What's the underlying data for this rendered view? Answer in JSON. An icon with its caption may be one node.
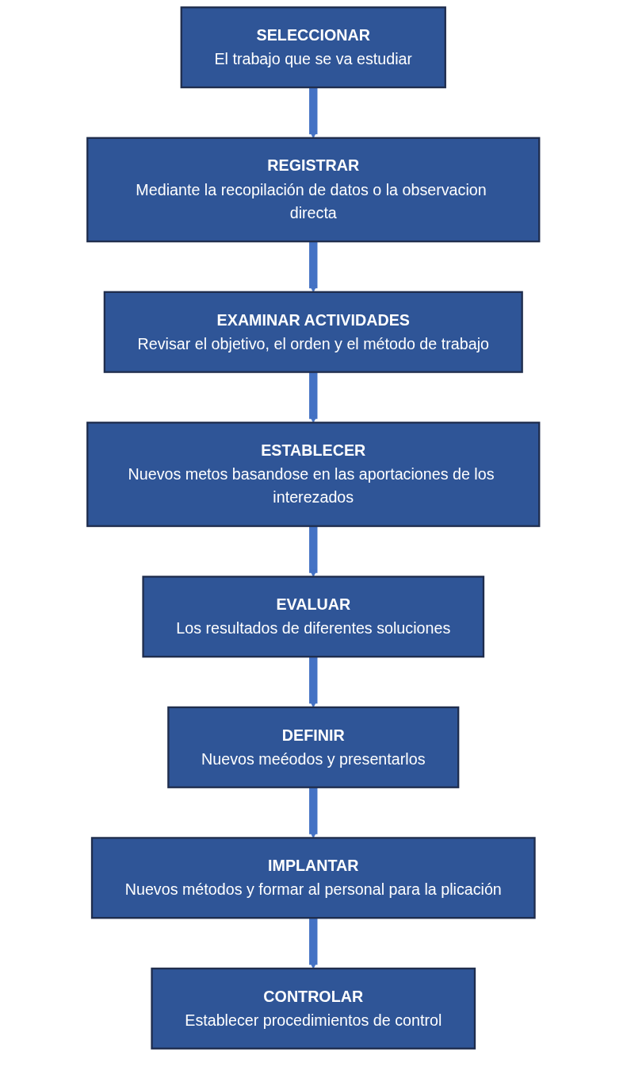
{
  "diagram": {
    "nodes": [
      {
        "text": [
          "SELECCIONAR",
          "El trabajo que se va estudiar"
        ]
      },
      {
        "text": [
          "REGISTRAR",
          "Mediante la recopilación de datos o la observacion directa"
        ]
      },
      {
        "text": [
          "EXAMINAR ACTIVIDADES",
          "Revisar el objetivo, el orden y el método de trabajo"
        ]
      },
      {
        "text": [
          "ESTABLECER",
          "Nuevos metos basandose en las aportaciones de los interezados"
        ]
      },
      {
        "text": [
          "EVALUAR",
          "Los resultados de diferentes soluciones"
        ]
      },
      {
        "text": [
          "DEFINIR",
          "Nuevos meéodos y presentarlos"
        ]
      },
      {
        "text": [
          "IMPLANTAR",
          "Nuevos métodos y formar al personal para la plicación"
        ]
      },
      {
        "text": [
          "CONTROLAR",
          "Establecer procedimientos de control"
        ]
      }
    ],
    "edges": [
      {
        "from": 0,
        "to": 1,
        "arrow": "to"
      },
      {
        "from": 1,
        "to": 2,
        "arrow": "to"
      },
      {
        "from": 2,
        "to": 3,
        "arrow": "to"
      },
      {
        "from": 3,
        "to": 4,
        "arrow": "to"
      },
      {
        "from": 4,
        "to": 5,
        "arrow": "to"
      },
      {
        "from": 5,
        "to": 6,
        "arrow": "to"
      },
      {
        "from": 6,
        "to": 7,
        "arrow": "to"
      }
    ]
  }
}
